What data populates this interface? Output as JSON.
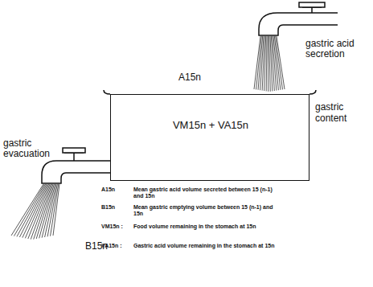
{
  "diagram": {
    "nodes": [
      {
        "text": [
          "VM15n + VA15n",
          "gastric content"
        ]
      }
    ],
    "labels": [
      "gastric acid secretion",
      "A15n",
      "gastric evacuation",
      "B15n",
      "A15n",
      "Mean gastric acid volume secreted between 15 (n-1) and 15n",
      "B15n",
      "Mean gastric emptying volume between 15 (n-1) and 15n",
      "VM15n :",
      "Food volume remaining in the stomach at 15n",
      "VA15n :",
      "Gastric acid volume remaining in the stomach at 15n"
    ]
  }
}
